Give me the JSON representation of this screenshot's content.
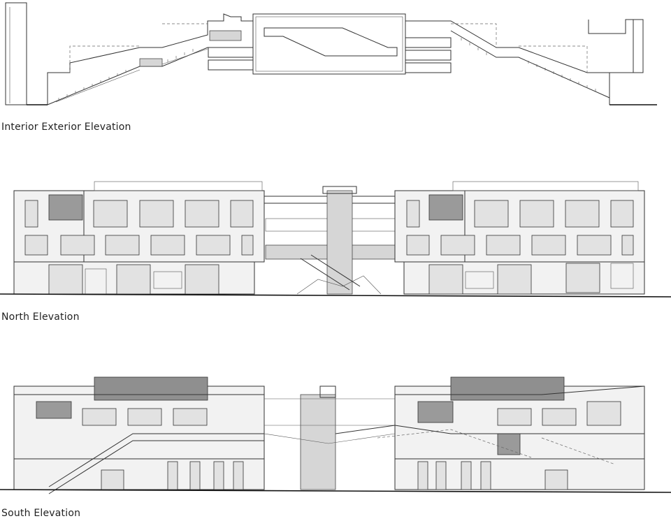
{
  "captions": {
    "interior": "Interior Exterior Elevation",
    "north": "North Elevation",
    "south": "South Elevation"
  }
}
